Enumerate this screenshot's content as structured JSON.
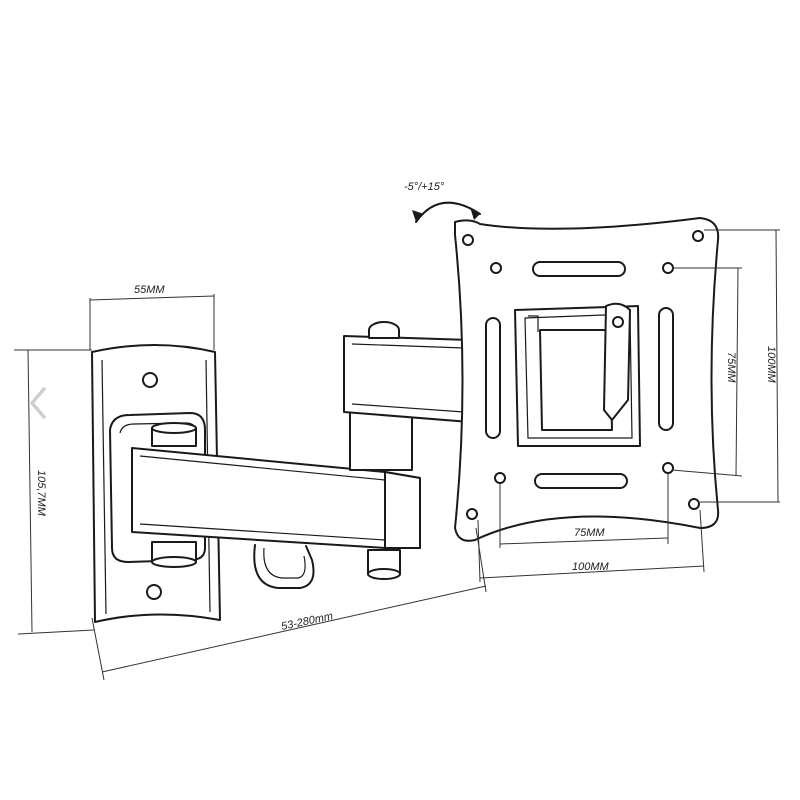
{
  "diagram": {
    "labels": {
      "plate_width": "55MM",
      "plate_height": "105,7MM",
      "extension": "53-280mm",
      "tilt": "-5°/+15°",
      "vesa_inner_h": "75MM",
      "vesa_outer_h": "100MM",
      "vesa_inner_v": "75MM",
      "vesa_outer_v": "100MM"
    },
    "icons": {
      "prev": "chevron-left-icon"
    },
    "colors": {
      "line": "#1a1a1a",
      "background": "#ffffff",
      "nav_arrow": "#cfcfcf"
    }
  }
}
